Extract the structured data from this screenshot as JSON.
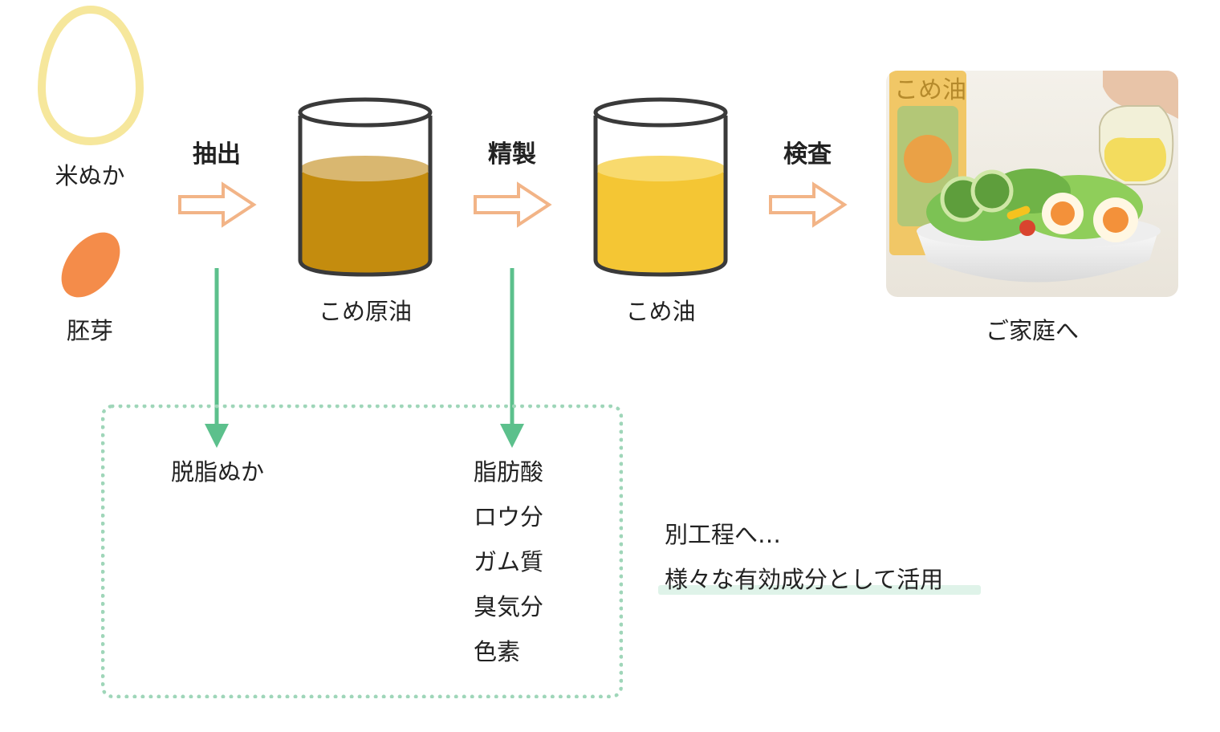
{
  "inputs": {
    "rice_bran": "米ぬか",
    "germ": "胚芽"
  },
  "steps": {
    "extraction": "抽出",
    "refining": "精製",
    "inspection": "検査"
  },
  "products": {
    "crude_oil": "こめ原油",
    "rice_oil": "こめ油",
    "to_homes": "ご家庭へ"
  },
  "byproducts": {
    "defatted_bran": "脱脂ぬか",
    "items": [
      "脂肪酸",
      "ロウ分",
      "ガム質",
      "臭気分",
      "色素"
    ]
  },
  "note": {
    "line1": "別工程へ…",
    "line2": "様々な有効成分として活用"
  },
  "photo": {
    "bottle_text": "こめ油"
  },
  "colors": {
    "rice_bran": "#f6e79c",
    "germ": "#f48c4a",
    "process_arrow": "#f2b487",
    "byproduct_arrow": "#5cc08c",
    "crude_oil": "#c48c0e",
    "crude_oil_top": "#d9b770",
    "rice_oil": "#f4c634",
    "rice_oil_top": "#f8da6e",
    "dotted_border": "#9fd6b9",
    "highlight": "#dff3e9"
  }
}
